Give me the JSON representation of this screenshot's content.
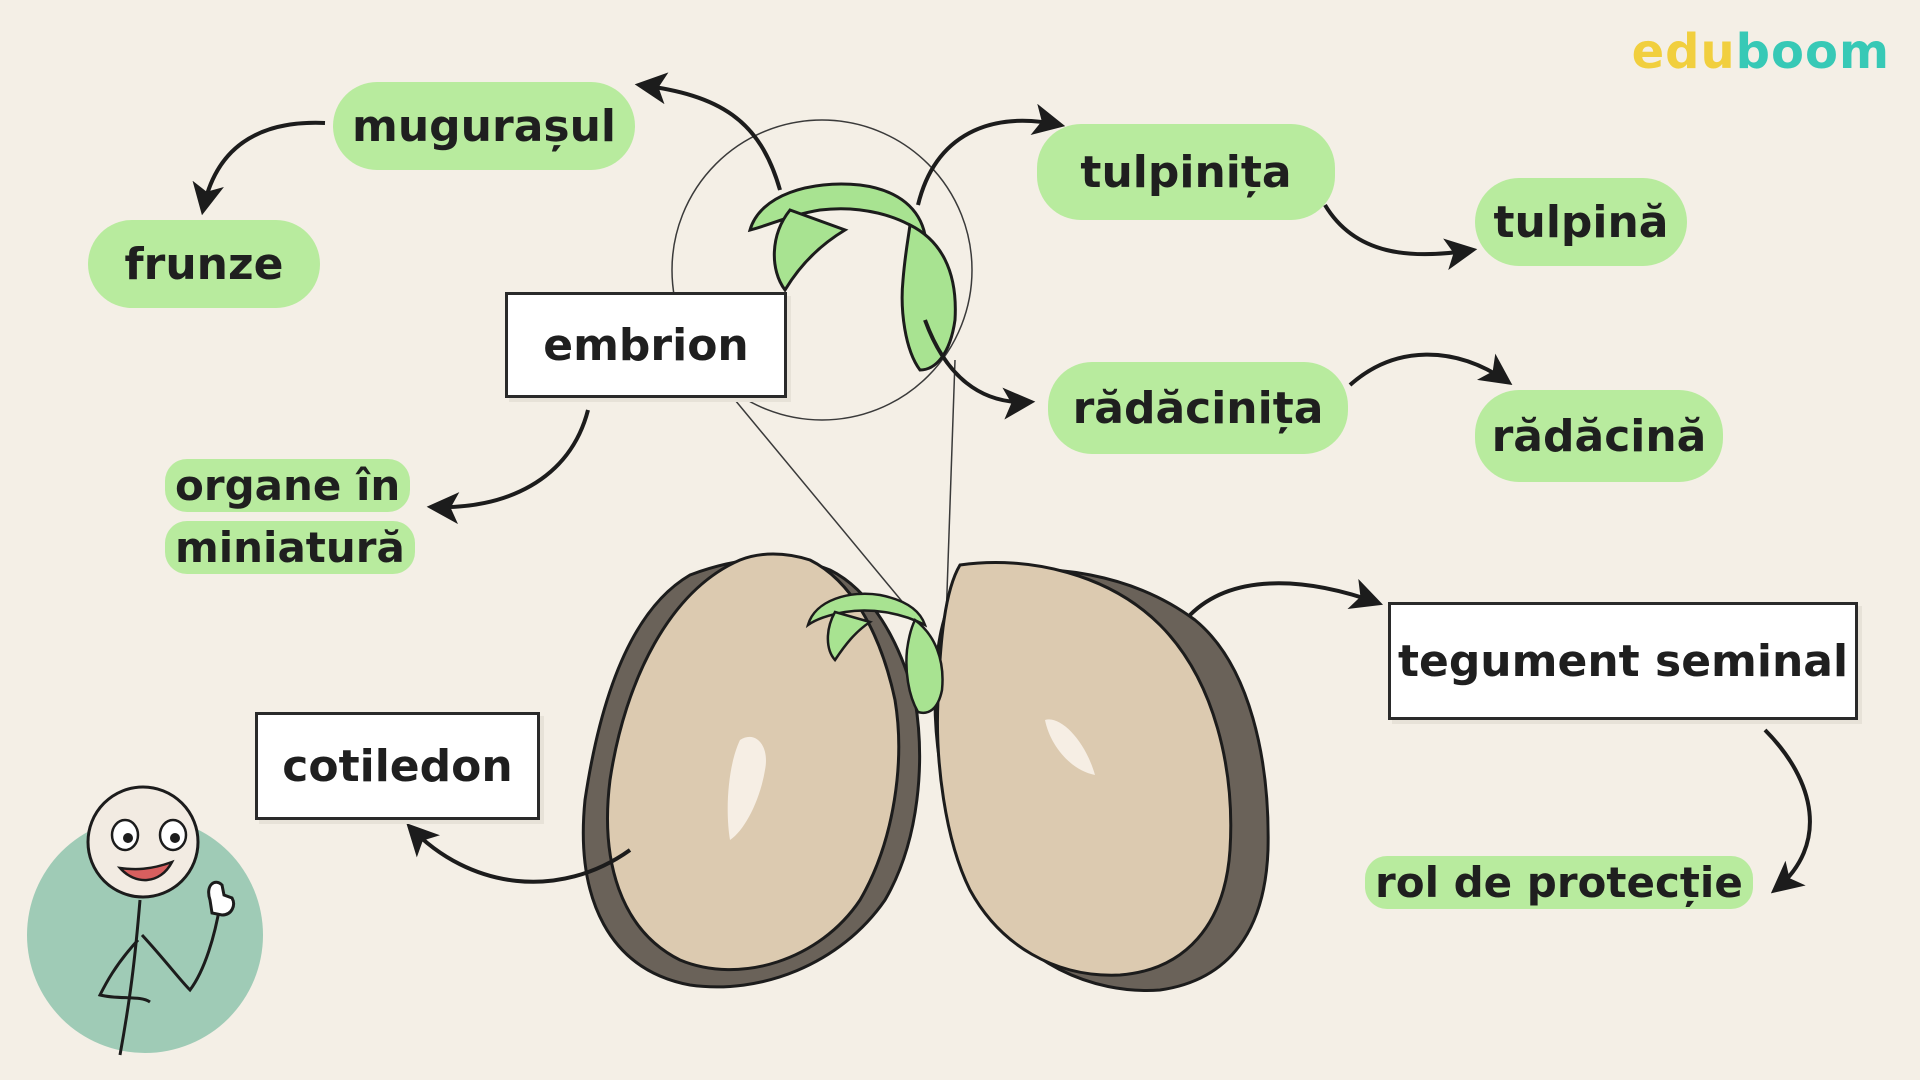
{
  "logo": {
    "part1": "edu",
    "part2": "boom",
    "color1": "#f1cf3e",
    "color2": "#37c9b6"
  },
  "labels": {
    "mugurasul": "mugurașul",
    "frunze": "frunze",
    "tulpinita": "tulpinița",
    "tulpina": "tulpină",
    "radacinita": "rădăcinița",
    "radacina": "rădăcină",
    "embrion": "embrion",
    "organe_line1": "organe în",
    "organe_line2": "miniatură",
    "cotiledon": "cotiledon",
    "tegument": "tegument seminal",
    "rol": "rol de protecție"
  },
  "colors": {
    "pill": "#b8eb9e",
    "background": "#f4efe6",
    "seed": "#dccab0",
    "seed_shadow": "#6a6259",
    "sprout": "#a8e391",
    "mascot_circle": "#9fcbb6"
  }
}
